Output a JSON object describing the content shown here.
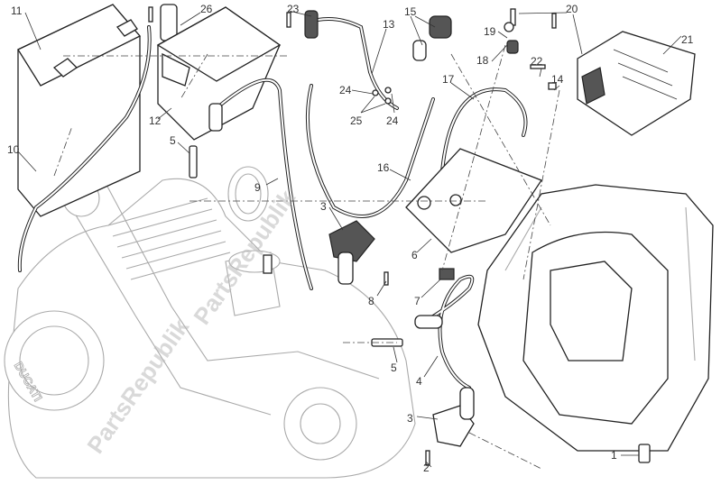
{
  "diagram": {
    "watermark": "PartsRepublik",
    "engine_brand": "DUCATI",
    "labels": [
      "11",
      "26",
      "23",
      "13",
      "15",
      "19",
      "20",
      "21",
      "18",
      "22",
      "14",
      "12",
      "24",
      "25",
      "24",
      "17",
      "10",
      "5",
      "9",
      "16",
      "3",
      "8",
      "6",
      "7",
      "5",
      "4",
      "3",
      "2",
      "1"
    ]
  }
}
